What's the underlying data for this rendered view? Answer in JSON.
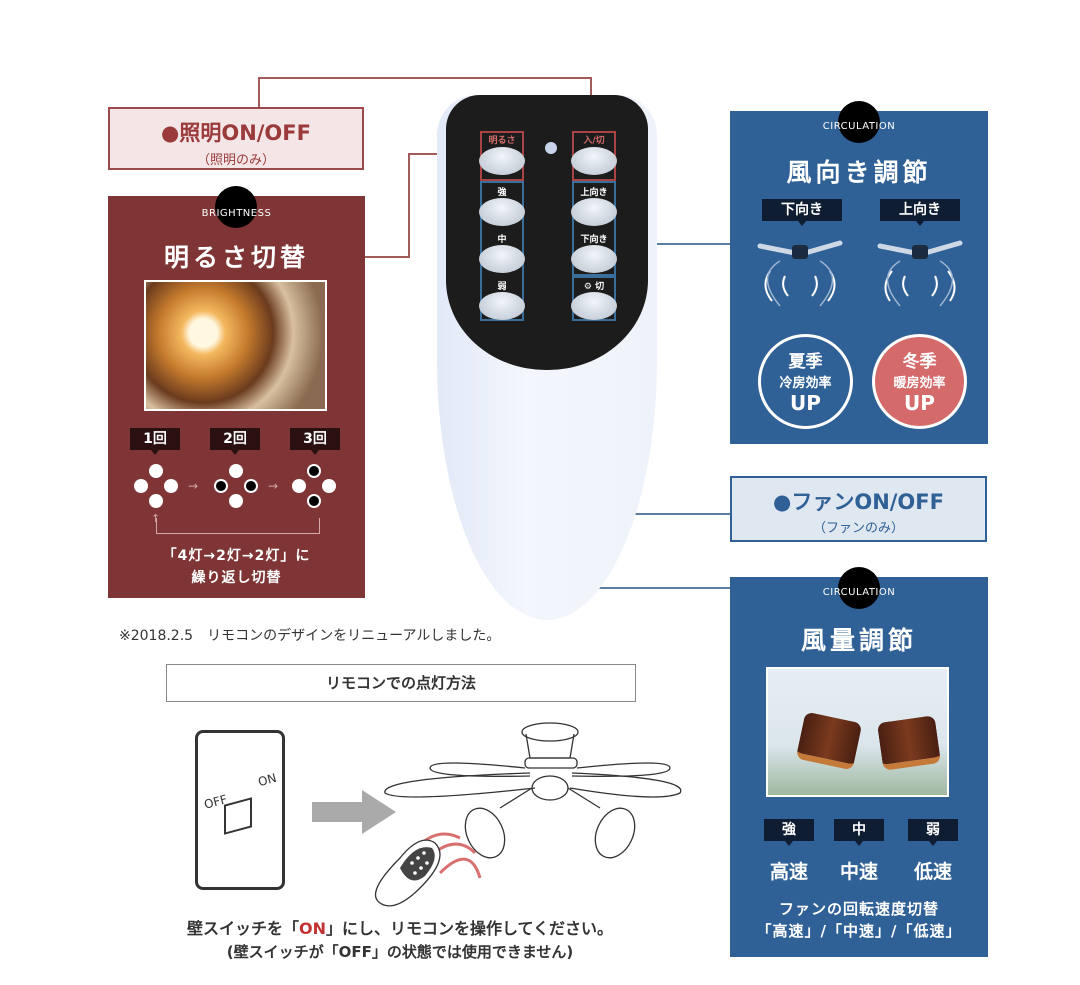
{
  "light_label": {
    "main": "●照明ON/OFF",
    "sub": "（照明のみ）"
  },
  "brightness_panel": {
    "eyebrow": "BRIGHTNESS",
    "title": "明るさ切替",
    "steps": [
      {
        "label": "1回",
        "pattern": [
          "on",
          "on",
          "on",
          "on"
        ]
      },
      {
        "label": "2回",
        "pattern": [
          "on",
          "off",
          "off",
          "on"
        ]
      },
      {
        "label": "3回",
        "pattern": [
          "off",
          "on",
          "on",
          "off"
        ]
      }
    ],
    "caption_line1": "「4灯→2灯→2灯」に",
    "caption_line2": "繰り返し切替"
  },
  "remote": {
    "left_buttons": [
      {
        "label": "明るさ",
        "group": "red"
      },
      {
        "label": "強",
        "group": "blue"
      },
      {
        "label": "中",
        "group": "blue"
      },
      {
        "label": "弱",
        "group": "blue"
      }
    ],
    "right_buttons": [
      {
        "label": "入/切",
        "group": "red"
      },
      {
        "label": "上向き",
        "group": "blue"
      },
      {
        "label": "下向き",
        "group": "blue"
      },
      {
        "label": "⚙ 切",
        "group": "blue"
      }
    ]
  },
  "direction_panel": {
    "eyebrow": "CIRCULATION",
    "title": "風向き調節",
    "modes": [
      {
        "label": "下向き",
        "season": "夏季",
        "effect": "冷房効率",
        "up": "UP",
        "color": "#2f6096"
      },
      {
        "label": "上向き",
        "season": "冬季",
        "effect": "暖房効率",
        "up": "UP",
        "color": "#d46a6a"
      }
    ]
  },
  "fan_label": {
    "main": "●ファンON/OFF",
    "sub": "（ファンのみ）"
  },
  "volume_panel": {
    "eyebrow": "CIRCULATION",
    "title": "風量調節",
    "speeds": [
      {
        "tag": "強",
        "label": "高速"
      },
      {
        "tag": "中",
        "label": "中速"
      },
      {
        "tag": "弱",
        "label": "低速"
      }
    ],
    "caption_line1": "ファンの回転速度切替",
    "caption_line2": "「高速」/「中速」/「低速」"
  },
  "note": "※2018.2.5　リモコンのデザインをリニューアルしました。",
  "howto_title": "リモコンでの点灯方法",
  "switch": {
    "off": "OFF",
    "on": "ON"
  },
  "instructions": {
    "line1_pre": "壁スイッチを「",
    "line1_hl": "ON",
    "line1_post": "」にし、リモコンを操作してください。",
    "line2": "(壁スイッチが「OFF」の状態では使用できません)"
  },
  "colors": {
    "red_panel": "#7f3535",
    "blue_panel": "#2f6096",
    "highlight": "#c23232"
  }
}
